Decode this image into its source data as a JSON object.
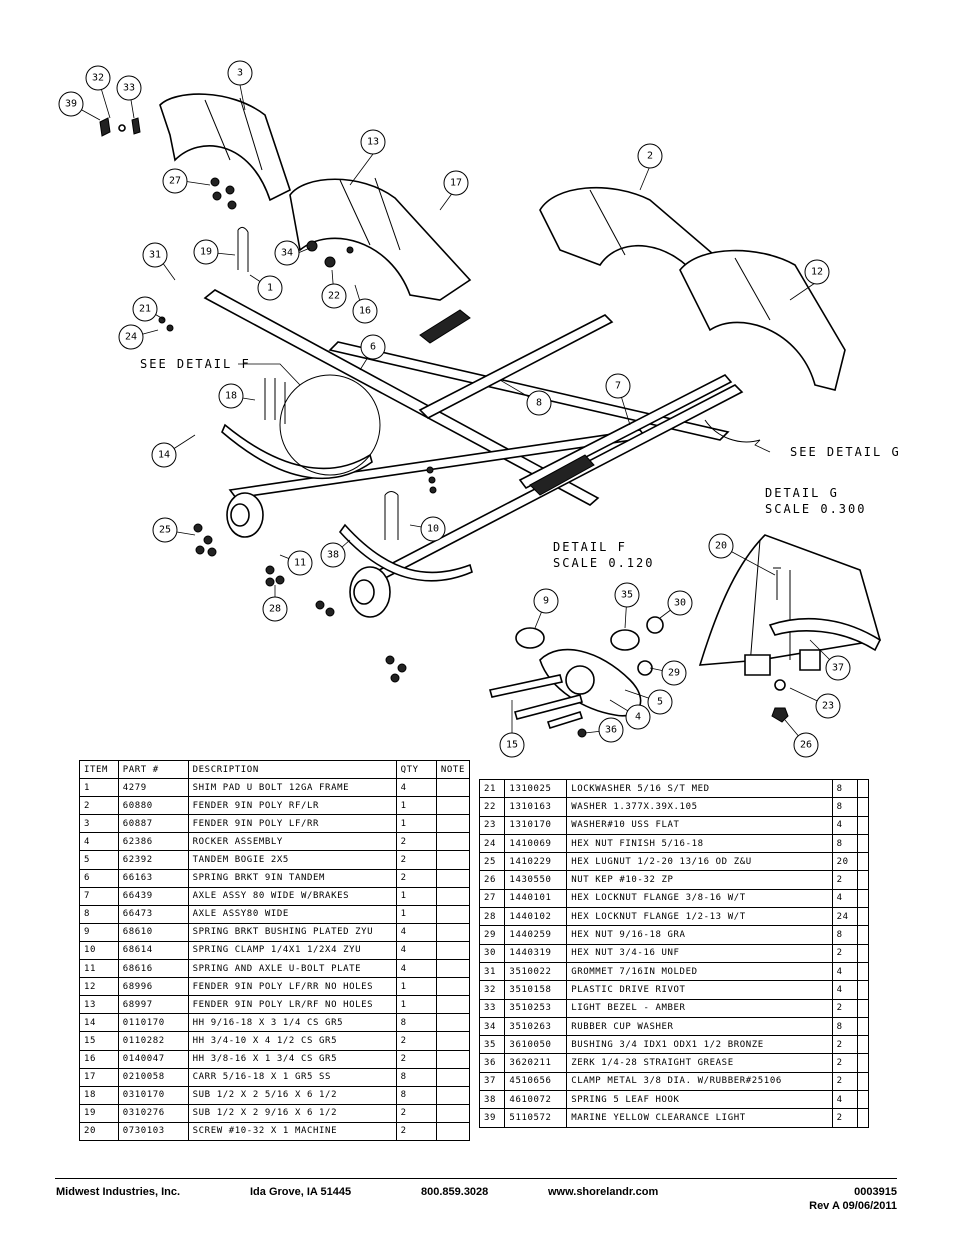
{
  "callouts": {
    "c1": "1",
    "c2": "2",
    "c3": "3",
    "c4": "4",
    "c5": "5",
    "c6": "6",
    "c7": "7",
    "c8": "8",
    "c9": "9",
    "c10": "10",
    "c11": "11",
    "c12": "12",
    "c13": "13",
    "c14": "14",
    "c15": "15",
    "c16": "16",
    "c17": "17",
    "c18": "18",
    "c19": "19",
    "c20": "20",
    "c21": "21",
    "c22": "22",
    "c23": "23",
    "c24": "24",
    "c25": "25",
    "c26": "26",
    "c27": "27",
    "c28": "28",
    "c29": "29",
    "c30": "30",
    "c31": "31",
    "c32": "32",
    "c33": "33",
    "c34": "34",
    "c35": "35",
    "c36": "36",
    "c37": "37",
    "c38": "38",
    "c39": "39"
  },
  "labels": {
    "see_detail_f": "SEE DETAIL  F",
    "see_detail_g": "SEE DETAIL  G",
    "detail_g_title": "DETAIL  G",
    "detail_g_scale": "SCALE  0.300",
    "detail_f_title": "DETAIL  F",
    "detail_f_scale": "SCALE  0.120"
  },
  "bom": {
    "headers": {
      "item": "ITEM",
      "part": "PART #",
      "description": "DESCRIPTION",
      "qty": "QTY",
      "note": "NOTE"
    },
    "left": [
      {
        "item": "1",
        "part": "4279",
        "desc": "SHIM PAD  U BOLT 12GA FRAME",
        "qty": "4"
      },
      {
        "item": "2",
        "part": "60880",
        "desc": "FENDER  9IN POLY RF/LR",
        "qty": "1"
      },
      {
        "item": "3",
        "part": "60887",
        "desc": "FENDER  9IN POLY LF/RR",
        "qty": "1"
      },
      {
        "item": "4",
        "part": "62386",
        "desc": "ROCKER ASSEMBLY",
        "qty": "2"
      },
      {
        "item": "5",
        "part": "62392",
        "desc": "TANDEM BOGIE   2X5",
        "qty": "2"
      },
      {
        "item": "6",
        "part": "66163",
        "desc": "SPRING BRKT   9IN TANDEM",
        "qty": "2"
      },
      {
        "item": "7",
        "part": "66439",
        "desc": "AXLE ASSY 80 WIDE W/BRAKES",
        "qty": "1"
      },
      {
        "item": "8",
        "part": "66473",
        "desc": "AXLE ASSY80 WIDE",
        "qty": "1"
      },
      {
        "item": "9",
        "part": "68610",
        "desc": "SPRING BRKT BUSHING PLATED ZYU",
        "qty": "4"
      },
      {
        "item": "10",
        "part": "68614",
        "desc": "SPRING CLAMP   1/4X1 1/2X4  ZYU",
        "qty": "4"
      },
      {
        "item": "11",
        "part": "68616",
        "desc": "SPRING AND AXLE U-BOLT PLATE",
        "qty": "4"
      },
      {
        "item": "12",
        "part": "68996",
        "desc": "FENDER  9IN POLY LF/RR NO HOLES",
        "qty": "1"
      },
      {
        "item": "13",
        "part": "68997",
        "desc": "FENDER  9IN POLY LR/RF NO HOLES",
        "qty": "1"
      },
      {
        "item": "14",
        "part": "0110170",
        "desc": "HH 9/16-18 X 3 1/4 CS GR5",
        "qty": "8"
      },
      {
        "item": "15",
        "part": "0110282",
        "desc": "HH 3/4-10 X 4 1/2 CS GR5",
        "qty": "2"
      },
      {
        "item": "16",
        "part": "0140047",
        "desc": "HH 3/8-16 X 1 3/4 CS GR5",
        "qty": "2"
      },
      {
        "item": "17",
        "part": "0210058",
        "desc": "CARR 5/16-18 X 1 GR5 SS",
        "qty": "8"
      },
      {
        "item": "18",
        "part": "0310170",
        "desc": "SUB 1/2 X 2 5/16 X 6 1/2",
        "qty": "8"
      },
      {
        "item": "19",
        "part": "0310276",
        "desc": "SUB 1/2 X 2 9/16 X 6 1/2",
        "qty": "2"
      },
      {
        "item": "20",
        "part": "0730103",
        "desc": "SCREW #10-32 X 1 MACHINE",
        "qty": "2"
      }
    ],
    "right": [
      {
        "item": "21",
        "part": "1310025",
        "desc": "LOCKWASHER 5/16 S/T MED",
        "qty": "8"
      },
      {
        "item": "22",
        "part": "1310163",
        "desc": "WASHER 1.377X.39X.105",
        "qty": "8"
      },
      {
        "item": "23",
        "part": "1310170",
        "desc": "WASHER#10 USS FLAT",
        "qty": "4"
      },
      {
        "item": "24",
        "part": "1410069",
        "desc": "HEX NUT FINISH 5/16-18",
        "qty": "8"
      },
      {
        "item": "25",
        "part": "1410229",
        "desc": "HEX LUGNUT 1/2-20 13/16 OD Z&U",
        "qty": "20"
      },
      {
        "item": "26",
        "part": "1430550",
        "desc": "NUT KEP #10-32 ZP",
        "qty": "2"
      },
      {
        "item": "27",
        "part": "1440101",
        "desc": "HEX LOCKNUT FLANGE 3/8-16 W/T",
        "qty": "4"
      },
      {
        "item": "28",
        "part": "1440102",
        "desc": "HEX LOCKNUT FLANGE 1/2-13 W/T",
        "qty": "24"
      },
      {
        "item": "29",
        "part": "1440259",
        "desc": "HEX NUT 9/16-18 GRA",
        "qty": "8"
      },
      {
        "item": "30",
        "part": "1440319",
        "desc": "HEX NUT 3/4-16 UNF",
        "qty": "2"
      },
      {
        "item": "31",
        "part": "3510022",
        "desc": "GROMMET  7/16IN MOLDED",
        "qty": "4"
      },
      {
        "item": "32",
        "part": "3510158",
        "desc": "PLASTIC DRIVE RIVOT",
        "qty": "4"
      },
      {
        "item": "33",
        "part": "3510253",
        "desc": "LIGHT BEZEL - AMBER",
        "qty": "2"
      },
      {
        "item": "34",
        "part": "3510263",
        "desc": "RUBBER CUP WASHER",
        "qty": "8"
      },
      {
        "item": "35",
        "part": "3610050",
        "desc": "BUSHING  3/4 IDX1 ODX1 1/2 BRONZE",
        "qty": "2"
      },
      {
        "item": "36",
        "part": "3620211",
        "desc": "ZERK  1/4-28 STRAIGHT GREASE",
        "qty": "2"
      },
      {
        "item": "37",
        "part": "4510656",
        "desc": "CLAMP METAL 3/8 DIA. W/RUBBER#25106",
        "qty": "2"
      },
      {
        "item": "38",
        "part": "4610072",
        "desc": "SPRING  5 LEAF HOOK",
        "qty": "4"
      },
      {
        "item": "39",
        "part": "5110572",
        "desc": "MARINE YELLOW CLEARANCE LIGHT",
        "qty": "2"
      }
    ]
  },
  "footer": {
    "company": "Midwest Industries, Inc.",
    "location": "Ida Grove, IA  51445",
    "phone": "800.859.3028",
    "website": "www.shorelandr.com",
    "doc_number": "0003915",
    "revision": "Rev A  09/06/2011"
  }
}
